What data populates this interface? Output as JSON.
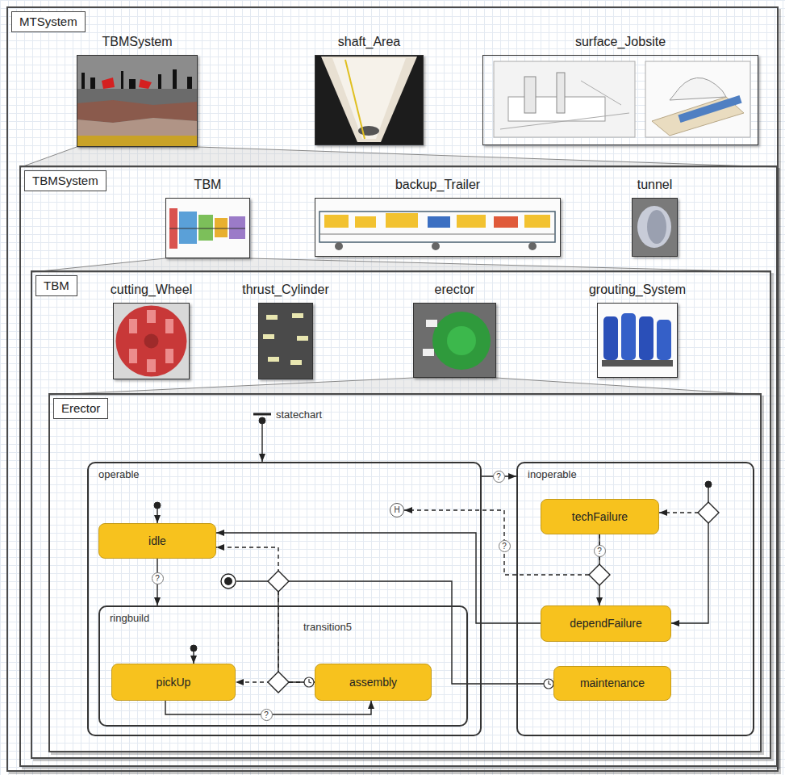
{
  "diagram": {
    "nodes": [
      {
        "text": [
          "MTSystem"
        ]
      },
      {
        "text": [
          "TBMSystem"
        ],
        "in": 0
      },
      {
        "text": [
          "shaft_Area"
        ],
        "in": 0
      },
      {
        "text": [
          "surface_Jobsite"
        ],
        "in": 0
      },
      {
        "text": [
          "TBMSystem"
        ],
        "in": 0
      },
      {
        "text": [
          "TBM"
        ],
        "in": 4
      },
      {
        "text": [
          "backup_Trailer"
        ],
        "in": 4
      },
      {
        "text": [
          "tunnel"
        ],
        "in": 4
      },
      {
        "text": [
          "TBM"
        ],
        "in": 4
      },
      {
        "text": [
          "cutting_Wheel"
        ],
        "in": 8
      },
      {
        "text": [
          "thrust_Cylinder"
        ],
        "in": 8
      },
      {
        "text": [
          "erector"
        ],
        "in": 8
      },
      {
        "text": [
          "grouting_System"
        ],
        "in": 8
      },
      {
        "text": [
          "Erector"
        ],
        "in": 8
      },
      {
        "text": [
          "operable"
        ],
        "in": 13
      },
      {
        "text": [
          "idle"
        ],
        "in": 14
      },
      {
        "text": [
          "H"
        ],
        "in": 14
      },
      {
        "text": [
          "ringbuild"
        ],
        "in": 14
      },
      {
        "text": [
          "pickUp"
        ],
        "in": 17
      },
      {
        "text": [
          "assembly"
        ],
        "in": 17
      },
      {
        "text": [
          "inoperable"
        ],
        "in": 13
      },
      {
        "text": [
          "techFailure"
        ],
        "in": 20
      },
      {
        "text": [
          "dependFailure"
        ],
        "in": 20
      },
      {
        "text": [
          "maintenance"
        ],
        "in": 20
      }
    ],
    "edges": [
      {
        "from": 14,
        "to": 20,
        "arrow": "to",
        "label": "?"
      },
      {
        "from": 15,
        "to": 17,
        "arrow": "to",
        "label": "?"
      },
      {
        "from": 18,
        "to": 19,
        "arrow": "to",
        "label": "?"
      },
      {
        "from": 19,
        "to": 18,
        "arrow": "to"
      },
      {
        "from": 19,
        "to": 15,
        "arrow": "to"
      },
      {
        "from": 19,
        "to": 23,
        "arrow": "to"
      },
      {
        "from": 22,
        "to": 15,
        "arrow": "to"
      },
      {
        "from": 21,
        "to": 22,
        "arrow": "to",
        "label": "?"
      },
      {
        "from": 21,
        "to": 16,
        "arrow": "to",
        "label": "?"
      }
    ],
    "labels": [
      "statechart",
      "transition5"
    ]
  }
}
